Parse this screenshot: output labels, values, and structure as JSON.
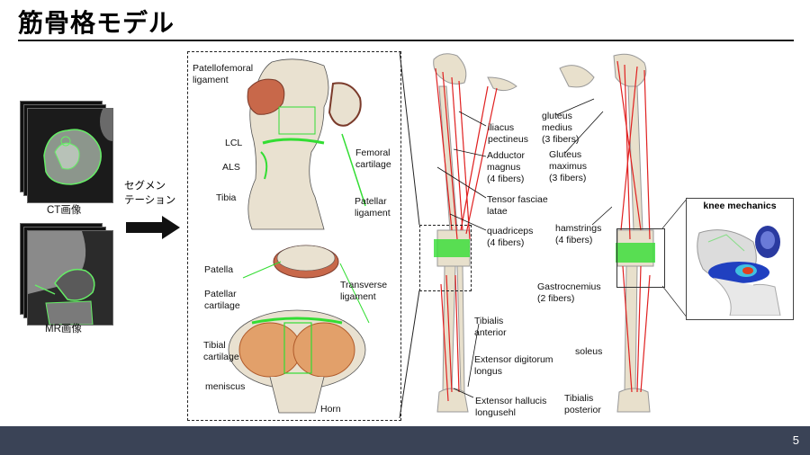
{
  "header": {
    "title": "筋骨格モデル"
  },
  "footer": {
    "page_number": "5"
  },
  "left": {
    "ct_caption": "CT画像",
    "mr_caption": "MR画像",
    "segmentation_label": "セグメン\nテーション"
  },
  "knee_labels": {
    "patellofemoral": "Patellofemoral\nligament",
    "lcl": "LCL",
    "als": "ALS",
    "tibia": "Tibia",
    "femoral_cartilage": "Femoral\ncartilage",
    "patellar_ligament": "Patellar\nligament",
    "patella": "Patella",
    "patellar_cartilage": "Patellar\ncartilage",
    "transverse_ligament": "Transverse\nligament",
    "tibial_cartilage": "Tibial\ncartilage",
    "meniscus": "meniscus",
    "horn": "Horn"
  },
  "muscle_labels": {
    "iliacus": "iliacus\npectineus",
    "adductor": "Adductor\nmagnus\n(4 fibers)",
    "tensor": "Tensor fasciae\nlatae",
    "quadriceps": "quadriceps\n(4 fibers)",
    "gluteus_medius": "gluteus\nmedius\n(3 fibers)",
    "gluteus_maximus": "Gluteus\nmaximus\n(3 fibers)",
    "hamstrings": "hamstrings\n(4 fibers)",
    "gastrocnemius": "Gastrocnemius\n(2 fibers)",
    "tibialis_anterior": "Tibialis\nanterior",
    "ext_digitorum": "Extensor digitorum\nlongus",
    "ext_hallucis": "Extensor hallucis\nlongusehl",
    "soleus": "soleus",
    "tibialis_posterior": "Tibialis\nposterior"
  },
  "inset": {
    "title": "knee mechanics"
  },
  "colors": {
    "footer": "#3a4356",
    "muscle": "#e02020",
    "ligament": "#33dd33",
    "bone": "#e8e0cc"
  }
}
